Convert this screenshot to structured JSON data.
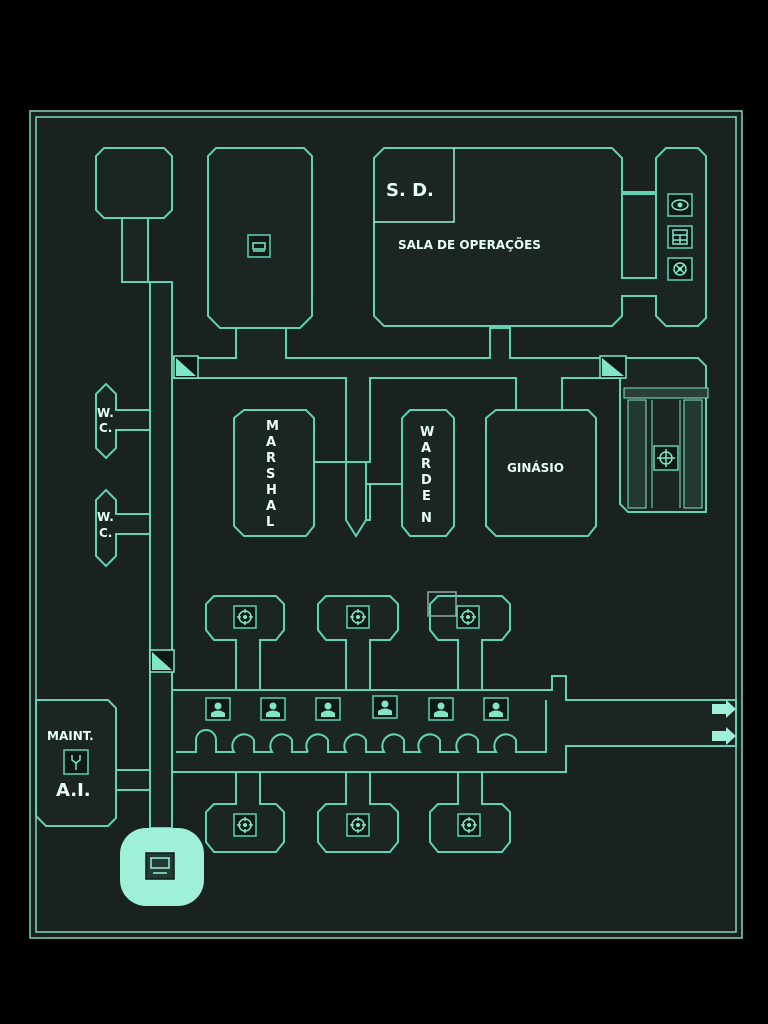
{
  "colors": {
    "background": "#000000",
    "map_fill": "#1b2522",
    "wall": "#5fd3b3",
    "label": "#e8fff8",
    "player_marker": "#9ef0d8"
  },
  "rooms": {
    "sd": "S. D.",
    "operations": "SALA DE OPERAÇÕES",
    "wc_top_1": "W.",
    "wc_top_2": "C.",
    "wc_bottom_1": "W.",
    "wc_bottom_2": "C.",
    "marshal": [
      "M",
      "A",
      "R",
      "S",
      "H",
      "A",
      "L"
    ],
    "warden": [
      "W",
      "A",
      "R",
      "D",
      "E",
      "N"
    ],
    "gym": "GINÁSIO",
    "maint": "MAINT.",
    "ai": "A.I."
  },
  "icons": {
    "bed": "bed-icon",
    "eye": "eye-icon",
    "keypad": "keypad-icon",
    "gear": "gear-icon",
    "door": "door-icon",
    "cell": "cell-icon",
    "prisoner": "prisoner-icon",
    "wrench": "wrench-icon",
    "terminal": "terminal-icon",
    "arrow": "arrow-right-icon"
  }
}
